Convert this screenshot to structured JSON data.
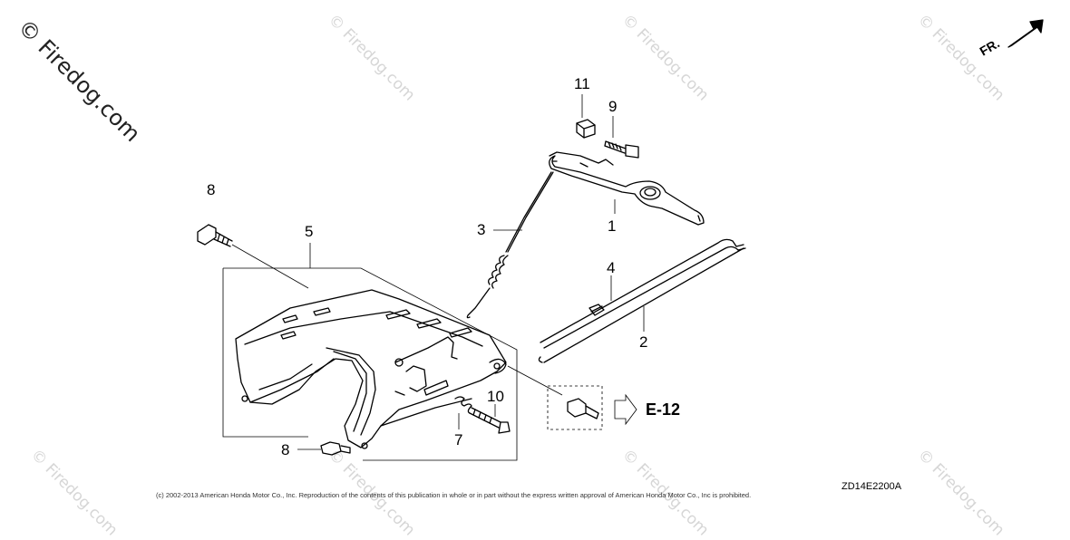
{
  "watermark": {
    "main": "© Firedog.com",
    "tile": "© Firedog.com"
  },
  "orientation": {
    "label": "FR."
  },
  "callouts": {
    "c1": "1",
    "c2": "2",
    "c3": "3",
    "c4": "4",
    "c5": "5",
    "c7": "7",
    "c8a": "8",
    "c8b": "8",
    "c9": "9",
    "c10": "10",
    "c11": "11"
  },
  "reference": {
    "label": "E-12"
  },
  "diagram_code": "ZD14E2200A",
  "copyright": "(c) 2002-2013 American Honda Motor Co., Inc. Reproduction of the contents of this publication in whole or in part without the express written approval of American Honda Motor Co., Inc is prohibited."
}
